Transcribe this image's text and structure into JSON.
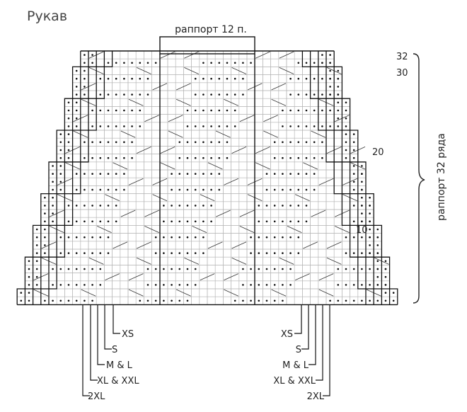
{
  "title": "Рукав",
  "repeat_width_label": "раппорт 12 п.",
  "repeat_height_label": "раппорт 32 ряда",
  "row_numbers": [
    "32",
    "30",
    "20",
    "10"
  ],
  "sizes": [
    "XS",
    "S",
    "M & L",
    "XL & XXL",
    "2XL"
  ],
  "chart": {
    "rows": 32,
    "widest_cols": 48,
    "repeat_stitches": 12,
    "repeat_rows": 32
  },
  "colors": {
    "grid": "#b5b5b5",
    "outline": "#111111",
    "text": "#222222"
  }
}
